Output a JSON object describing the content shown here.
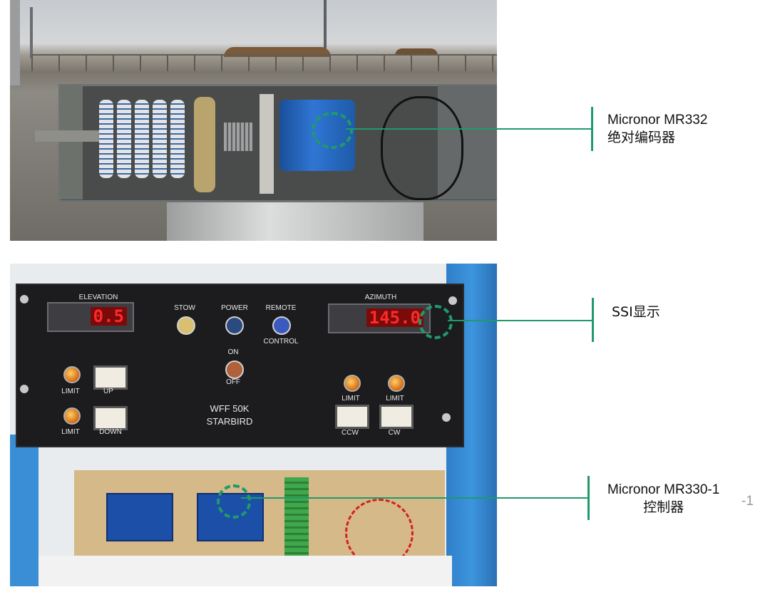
{
  "top_photo": {
    "description_label": "encoder-assembly-photo"
  },
  "bottom_photo": {
    "elevation": {
      "label": "ELEVATION",
      "value": "0.5"
    },
    "azimuth": {
      "label": "AZIMUTH",
      "value": "145.0"
    },
    "switches": {
      "stow": "STOW",
      "power": "POWER",
      "remote": "REMOTE",
      "control": "CONTROL",
      "on": "ON",
      "off": "OFF"
    },
    "limit_labels": [
      "LIMIT",
      "LIMIT",
      "LIMIT",
      "LIMIT"
    ],
    "buttons": {
      "up": "UP",
      "down": "DOWN",
      "ccw": "CCW",
      "cw": "CW"
    },
    "model_line1": "WFF 50K",
    "model_line2": "STARBIRD"
  },
  "callouts": {
    "encoder": {
      "line1": "Micronor MR332",
      "line2": "绝对编码器"
    },
    "ssi": {
      "line1": "SSI显示"
    },
    "controller": {
      "line1": "Micronor MR330-1",
      "line2": "控制器"
    }
  },
  "page_number": "-1",
  "colors": {
    "accent": "#1f9a6a"
  }
}
